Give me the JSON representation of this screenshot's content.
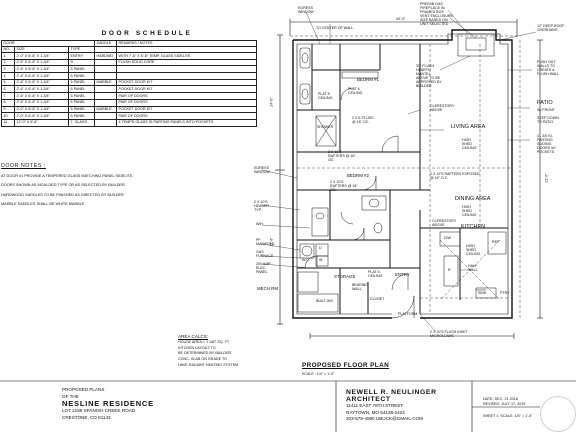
{
  "schedule": {
    "title": "DOOR SCHEDULE",
    "headers": [
      "DOOR",
      "",
      "",
      "SADDLE",
      "REMARKS / NOTES"
    ],
    "subheaders": [
      "NO.",
      "SIZE",
      "TYPE",
      "",
      ""
    ],
    "rows": [
      [
        "1",
        "2'-0\" X 6'-8\" X 1-3/4\"",
        "ENTRY",
        "HARDWD",
        "WITH 7'-6\" X 5'-8\" TEMP. GLASS SIDELITE"
      ],
      [
        "2",
        "2'-6\" X 6'-8\" X 1-3/4\"",
        "S",
        "",
        "FLUSH SOLID CORE"
      ],
      [
        "3",
        "2'-6\" X 6'-8\" X 1-3/4\"",
        "5 PANEL",
        "",
        ""
      ],
      [
        "4",
        "2'-4\" X 6'-8\" X 1-3/4\"",
        "5 PANEL",
        "",
        ""
      ],
      [
        "5",
        "2'-6\" X 6'-8\" X 1-3/4\"",
        "5 PANEL",
        "MARBLE",
        "POCKET DOOR KIT"
      ],
      [
        "6",
        "2'-6\" X 6'-8\" X 1-3/4\"",
        "5 PANEL",
        "",
        "POCKET DOOR KIT"
      ],
      [
        "7",
        "2'-6\" X 6'-8\" X 1-3/4\"",
        "5 PANEL",
        "",
        "PAIR OF DOORS"
      ],
      [
        "8",
        "2'-6\" X 6'-8\" X 1-3/4\"",
        "5 PANEL",
        "",
        "PAIR OF DOORS"
      ],
      [
        "9",
        "2'-0\" X 6'-8\" X 1-3/4\"",
        "5 PANEL",
        "MARBLE",
        "POCKET DOOR KIT"
      ],
      [
        "10",
        "2'-0\" X 6'-8\" X 1-3/4\"",
        "5 PANEL",
        "",
        "PAIR OF DOORS"
      ],
      [
        "11",
        "12'-0\" X 6'-8\"",
        "7, GLASS",
        "",
        "4 TEMPD GLASS SI-PARTING PANELS INTO POCKETS"
      ]
    ]
  },
  "door_notes": {
    "title": "DOOR NOTES :",
    "lines": [
      "AT DOOR #1 PROVIDE A TEMPERED GLASS MATCHING PANEL SIDELITE.",
      "DOORS SHOWN AS MOULDED TYPE OR AS SELECTED BY BUILDER.",
      "HARDWOOD SADDLES TO BE FINISHED AS DIRECTED BY BUILDER",
      "MARBLE SADDLES SHALL BE WHITE MARBLE"
    ]
  },
  "area_calcs": {
    "title": "AREA CALCS:",
    "lines": [
      "HOUSE AREA = 1 1/87 SQ. FT.",
      "KITCHEN LAYOUT TO",
      "BE DETERMINED BY BUILDER.",
      "CONC. SLAB ON GRADE TO",
      "HAVE RADIANT HEATING SYSTEM"
    ]
  },
  "plan": {
    "title": "PROPOSED FLOOR PLAN",
    "scale": "SCALE : 1/4\" = 1'-0\"",
    "rooms": {
      "bedroom1": "BEDRM #1",
      "bedroom2": "BEDRM #2",
      "living": "LIVING AREA",
      "dining": "DINING AREA",
      "kitchen": "KITCHEN",
      "storage": "STORAGE",
      "entry": "ENTRY",
      "closet": "CLOSET",
      "mech": "MECH RM",
      "patio": "PATIO",
      "shower": "SHOWER",
      "builtins": "BUILT-INS"
    },
    "annotations": {
      "egress_top": "EGRESS WINDOW",
      "to_center_wall": "TO CENTER OF WALL",
      "fireplace": "PREFAB GAS FIREPLACE IN FRAMED BOX",
      "vent": "VENT ENCLOSURE SIZE BASED ON UNIT SELECTED",
      "mantel": "30\" FLUSH HEARTH MANTEL ABOVE TO BE APPROVED BY BUILDER",
      "deep_roof": "12\" DEEP ROOF OVERHANG",
      "push_out": "PUSH OUT WALLS TO CREATE A FLUSH WALL",
      "patio_front": "W/ FRONT",
      "step_down": "STEP DOWN TO PATIO",
      "sliding": "4 - 3/0 SI-PARTING SLIDING DOORS W/ POCKETS",
      "clerestory1": "CLERESTORY ABOVE",
      "clerestory2": "CLERESTORY ABOVE",
      "high_shed1": "HIGH SHED CEILING",
      "high_shed2": "HIGH SHED CEILING",
      "plat6_1": "PLAT 6 CEILING",
      "plat6_2": "PLAT 6 CEILING",
      "plat8": "PLAT 8 CEILING",
      "rafters1": "2 X 10'S RAFTERS @ 16\" OC.",
      "rafters2": "2 X 10'S RAFTERS @ 16\" OC.",
      "rafters_exposed": "2 X 12'S RAFTERS EXPOSED @ 16\" O.C.",
      "studs": "2 X 6 STUDS @ 16\" OC.",
      "bearing_wall": "BEARING WALL",
      "egress_left": "EGRESS WINDOW",
      "header": "2 X 10'S HEADER TYP.",
      "wh": "W/H",
      "pf_manifold": "PF MANIFOLD",
      "gas_furnace": "GAS FURNACE",
      "amp_panel": "200 AMP ELEC. PANEL",
      "platform": "PLATFORM",
      "flush_inset": "2 X 10'S FLUSH INSET MICROLLAMS",
      "high_shed_kitchen": "HIGH SHED CEILING",
      "half_wall": "HALF WALL",
      "fridge": "REF",
      "dw": "D/W",
      "range": "R",
      "sink": "SINK",
      "pantry": "PTRY",
      "bath_fixtures": "W.C.",
      "dryer": "D",
      "washer": "W"
    },
    "dims": {
      "overall_width": "43'-0\"",
      "depth": "24'-0\"",
      "left": "21'-9\"",
      "right": "21'-0\""
    }
  },
  "titleblock": {
    "proposed": "PROPOSED PLANS",
    "of_the": "OF THE",
    "residence": "NESLINE RESIDENCE",
    "lot": "LOT 2199 SPANISH CREEK ROAD",
    "city": "CRESTONE, CO 81143",
    "architect_name": "NEWELL R. NEULINGER",
    "architect": "ARCHITECT",
    "address": "11411 EAST 78TH STREET",
    "city2": "RAYTOWN, MO 64138-2424",
    "phone": "203-579-4590 UBUCK@GMAIL.COM",
    "date_label": "DATE:",
    "date1": "DEC. 21 2018",
    "revised_label": "REVISED:",
    "date2": "JULY 17, 2019",
    "sheet_label": "SHEET",
    "sheet": "1",
    "scale_label": "SCALE:",
    "scale": "1/4\" = 1'-0\""
  }
}
